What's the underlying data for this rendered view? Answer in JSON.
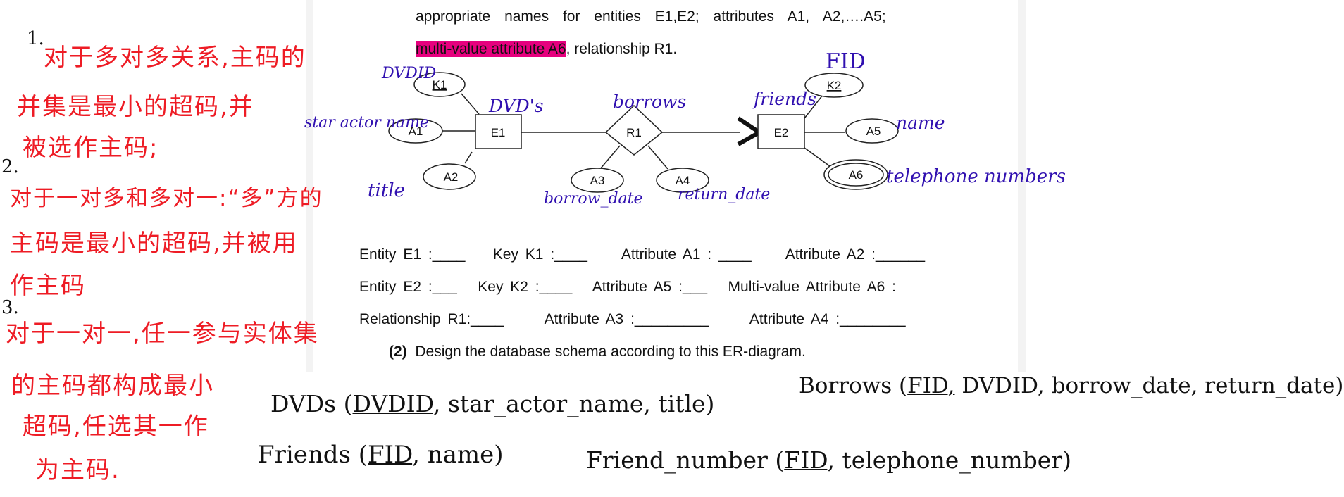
{
  "document": {
    "intro_line1": "appropriate names for entities E1,E2; attributes A1, A2,….A5;",
    "intro_line2_highlight": "multi-value attribute A6",
    "intro_line2_rest": ", relationship R1.",
    "diagram": {
      "e1": "E1",
      "e2": "E2",
      "r1": "R1",
      "k1": "K1",
      "k2": "K2",
      "a1": "A1",
      "a2": "A2",
      "a3": "A3",
      "a4": "A4",
      "a5": "A5",
      "a6": "A6"
    },
    "form": {
      "row1": [
        "Entity E1 :____",
        "Key K1 :____",
        "Attribute A1 :  ____",
        "Attribute A2 :______"
      ],
      "row2": [
        "Entity E2 :___",
        "Key K2 :____",
        "Attribute A5 :___",
        "Multi-value Attribute A6 :"
      ],
      "row3": [
        "Relationship R1:____",
        "Attribute A3 :_________",
        "Attribute A4 :________"
      ]
    },
    "question_num": "(2)",
    "question_text": "Design the database schema according to this ER-diagram."
  },
  "annotations_blue": {
    "dvdid": "DVDID",
    "dvds": "DVD's",
    "star_actor": "star actor name",
    "title": "title",
    "borrows": "borrows",
    "borrow_date": "borrow_date",
    "return_date": "return_date",
    "fid": "FID",
    "friends": "friends",
    "name": "name",
    "telephone": "telephone numbers"
  },
  "notes_red": {
    "n1": "1.",
    "l1": "对于多对多关系,主码的",
    "l2": "并集是最小的超码,并",
    "l3": "被选作主码;",
    "n2": "2.",
    "l4": "对于一对多和多对一:“多”方的",
    "l5": "主码是最小的超码,并被用",
    "l6": "作主码",
    "n3": "3.",
    "l7": "对于一对一,任一参与实体集",
    "l8": "的主码都构成最小",
    "l9": "超码,任选其一作",
    "l10": "为主码."
  },
  "schema_handwritten": {
    "dvds_name": "DVDs (",
    "dvds_key": "DVDID",
    "dvds_rest": ", star_actor_name, title)",
    "friends_name": "Friends (",
    "friends_key": "FID",
    "friends_rest": ", name)",
    "fn_name": "Friend_number (",
    "fn_key": "FID",
    "fn_rest": ", telephone_number)",
    "borrows_name": "Borrows (",
    "borrows_key": "FID,",
    "borrows_rest": " DVDID, borrow_date, return_date)"
  }
}
